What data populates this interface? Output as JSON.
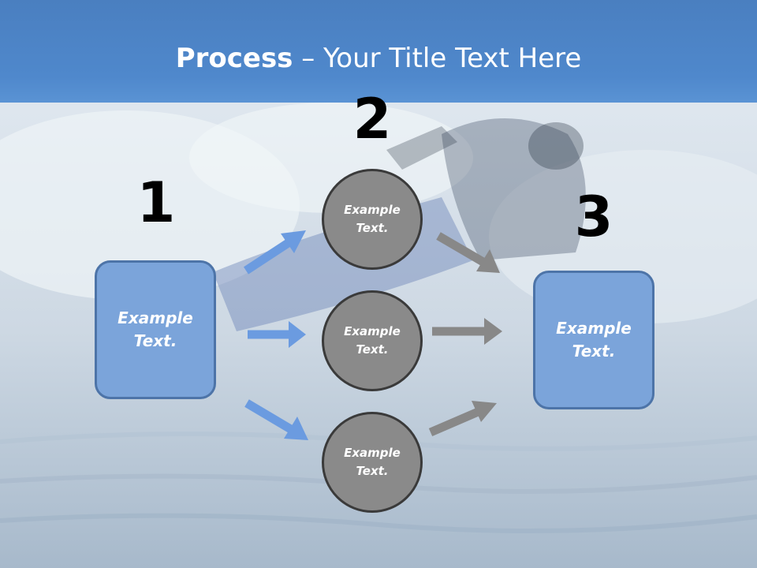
{
  "title": {
    "bold": "Process",
    "rest": " – Your Title Text Here"
  },
  "steps": {
    "n1": "1",
    "n2": "2",
    "n3": "3"
  },
  "boxes": {
    "left": "Example Text.",
    "right": "Example Text."
  },
  "circles": [
    {
      "label": "Example Text."
    },
    {
      "label": "Example Text."
    },
    {
      "label": "Example Text."
    }
  ],
  "colors": {
    "header": "#4f88cc",
    "box_fill": "#7ba4da",
    "box_border": "#4d74a8",
    "circle_fill": "#8a8a8a",
    "circle_border": "#3a3a3a",
    "arrow_blue": "#6b9be0",
    "arrow_gray": "#888888"
  }
}
